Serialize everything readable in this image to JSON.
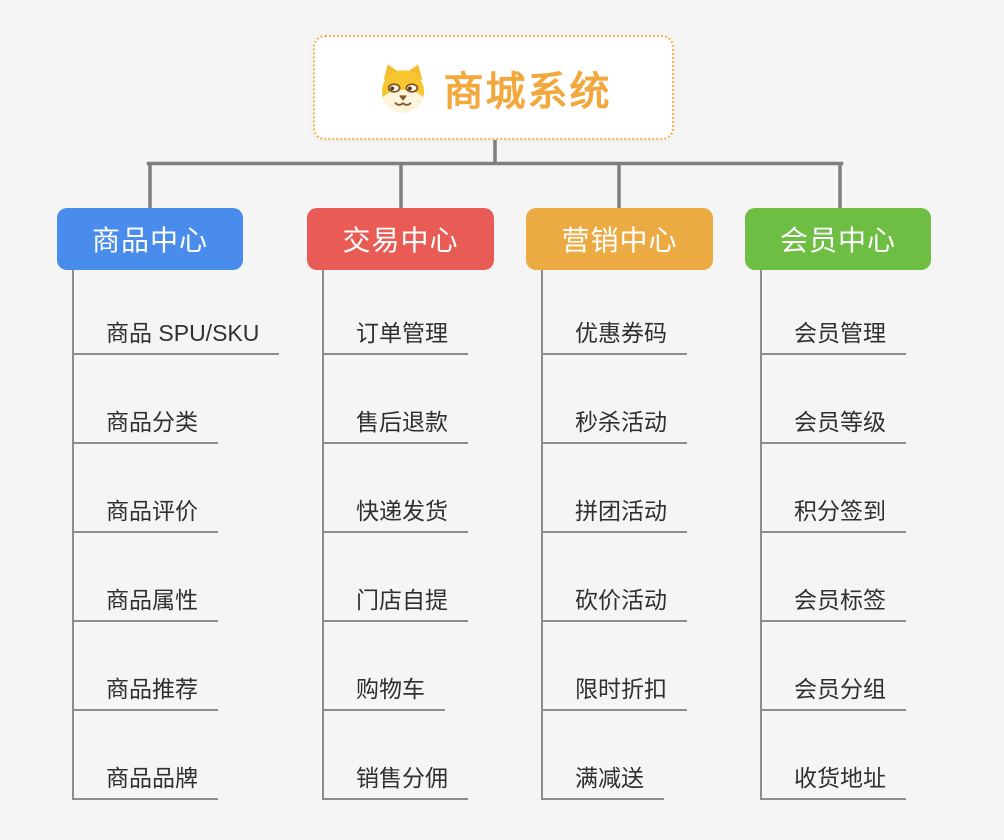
{
  "background_color": "#f5f5f5",
  "connector_color": "#7f7f7f",
  "child_line_color": "#8c8c8c",
  "child_text_color": "#303030",
  "root": {
    "label": "商城系统",
    "icon": "dog-face-icon",
    "text_color": "#F2A83D",
    "border_color": "#F3AE4D",
    "background": "#ffffff"
  },
  "branches": [
    {
      "label": "商品中心",
      "color": "#4A8CEC",
      "children": [
        "商品 SPU/SKU",
        "商品分类",
        "商品评价",
        "商品属性",
        "商品推荐",
        "商品品牌"
      ]
    },
    {
      "label": "交易中心",
      "color": "#E95B55",
      "children": [
        "订单管理",
        "售后退款",
        "快递发货",
        "门店自提",
        "购物车",
        "销售分佣"
      ]
    },
    {
      "label": "营销中心",
      "color": "#EBAB42",
      "children": [
        "优惠券码",
        "秒杀活动",
        "拼团活动",
        "砍价活动",
        "限时折扣",
        "满减送"
      ]
    },
    {
      "label": "会员中心",
      "color": "#6FBE44",
      "children": [
        "会员管理",
        "会员等级",
        "积分签到",
        "会员标签",
        "会员分组",
        "收货地址"
      ]
    }
  ]
}
